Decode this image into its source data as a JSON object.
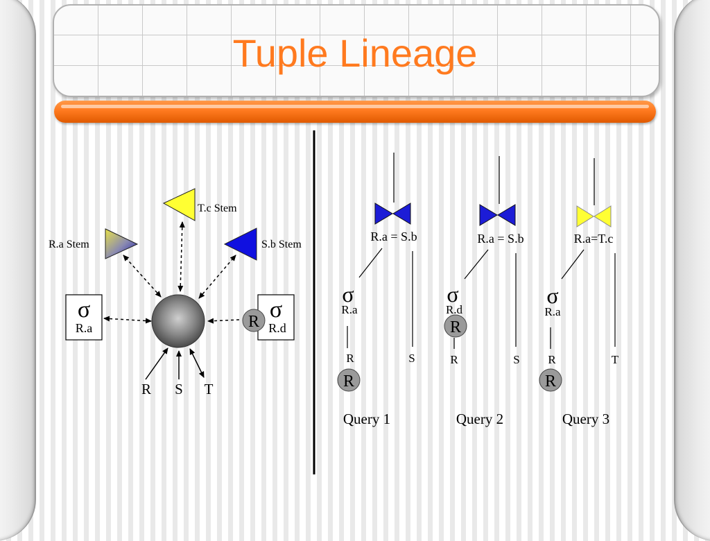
{
  "title": "Tuple Lineage",
  "left": {
    "stems": {
      "ra": "R.a Stem",
      "tc": "T.c Stem",
      "sb": "S.b Stem"
    },
    "sigma_symbol": "σ",
    "sigma_left_label": "R.a",
    "sigma_right_label": "R.d",
    "sigma_right_circle": "R",
    "inputs": [
      "R",
      "S",
      "T"
    ]
  },
  "queries": [
    {
      "label": "Query 1",
      "join": "R.a = S.b",
      "sigma": "σ",
      "sigma_label": "R.a",
      "left_leaf": "R",
      "right_leaf": "S",
      "circle": "R"
    },
    {
      "label": "Query 2",
      "join": "R.a = S.b",
      "sigma": "σ",
      "sigma_label": "R.d",
      "left_leaf": "R",
      "right_leaf": "S",
      "circle": "R"
    },
    {
      "label": "Query 3",
      "join": "R.a=T.c",
      "sigma": "σ",
      "sigma_label": "R.a",
      "left_leaf": "R",
      "right_leaf": "T",
      "circle": "R"
    }
  ],
  "colors": {
    "title": "#ff7a1f",
    "join_blue": "#1c1cd6",
    "join_yellow": "#ffff33",
    "stem_yellow": "#ffff33",
    "stem_blue": "#1010e0",
    "eddy": "#7a7a7a"
  },
  "icons": {
    "join": "bowtie-join-icon",
    "stem": "triangle-stem-icon",
    "eddy": "sphere-eddy-icon"
  }
}
